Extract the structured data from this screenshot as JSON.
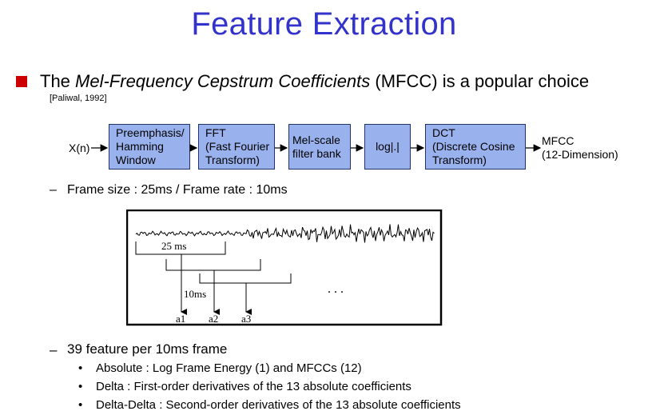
{
  "title": "Feature Extraction",
  "main_bullet": {
    "prefix": "The ",
    "emphasis": "Mel-Frequency Cepstrum Coefficients",
    "suffix": " (MFCC) is a popular choice",
    "citation": "[Paliwal, 1992]"
  },
  "pipeline": {
    "input_label": "X(n)",
    "blocks": [
      "Preemphasis/\nHamming\nWindow",
      "FFT\n(Fast Fourier\nTransform)",
      "Mel-scale\nfilter bank",
      "log|.|",
      "DCT\n(Discrete Cosine\nTransform)"
    ],
    "output_label": "MFCC\n(12-Dimension)"
  },
  "frame_note": "Frame size : 25ms / Frame rate : 10ms",
  "frame_figure": {
    "frame_size_label": "25 ms",
    "frame_rate_label": "10ms",
    "outputs": [
      "a1",
      "a2",
      "a3"
    ],
    "ellipsis": ". . ."
  },
  "features": {
    "heading": "39 feature per 10ms frame",
    "items": [
      "Absolute : Log Frame Energy (1) and MFCCs (12)",
      "Delta : First-order derivatives of the 13 absolute coefficients",
      "Delta-Delta : Second-order derivatives of the 13 absolute coefficients"
    ]
  },
  "colors": {
    "title": "#3333cc",
    "bullet": "#cc0000",
    "block_fill": "#99b2ee",
    "block_border": "#223366"
  }
}
